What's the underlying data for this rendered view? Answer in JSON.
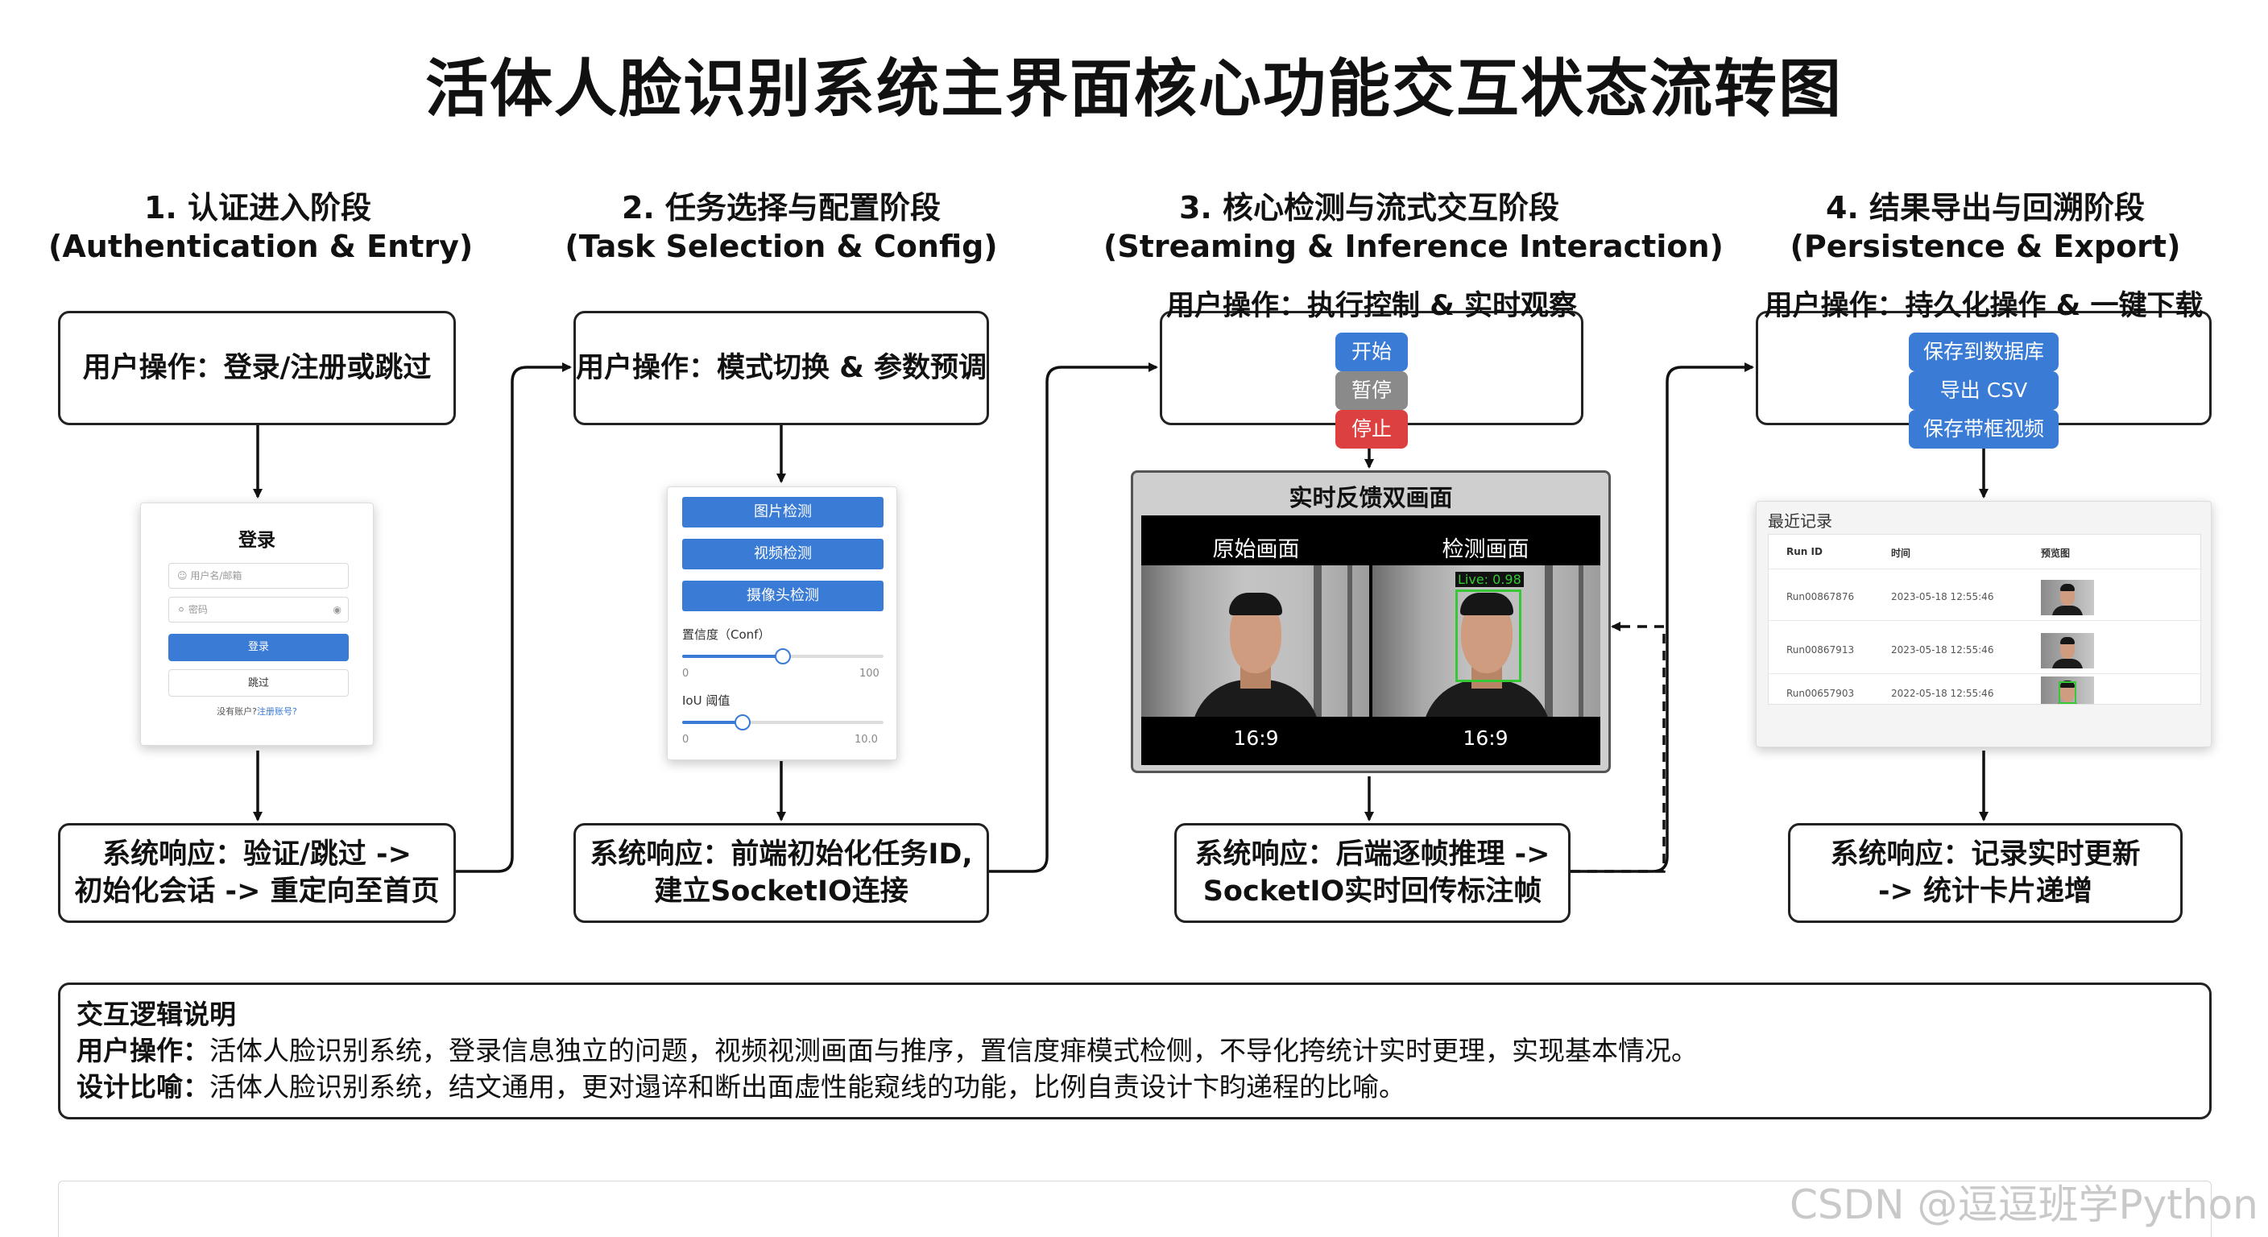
{
  "title": "活体人脸识别系统主界面核心功能交互状态流转图",
  "stages": [
    {
      "title_cn": "1. 认证进入阶段",
      "title_en": "(Authentication & Entry)",
      "user_op": "用户操作：登录/注册或跳过",
      "response_lines": [
        "系统响应：验证/跳过 ->",
        "初始化会话 -> 重定向至首页"
      ]
    },
    {
      "title_cn": "2. 任务选择与配置阶段",
      "title_en": "(Task Selection & Config)",
      "user_op": "用户操作：模式切换 & 参数预调",
      "response_lines": [
        "系统响应：前端初始化任务ID,",
        "建立SocketIO连接"
      ]
    },
    {
      "title_cn": "3. 核心检测与流式交互阶段",
      "title_en": "(Streaming & Inference Interaction)",
      "user_op": "用户操作：执行控制 & 实时观察",
      "response_lines": [
        "系统响应：后端逐帧推理 ->",
        "SocketIO实时回传标注帧"
      ]
    },
    {
      "title_cn": "4. 结果导出与回溯阶段",
      "title_en": "(Persistence & Export)",
      "user_op": "用户操作：持久化操作 & 一键下载",
      "response_lines": [
        "系统响应：记录实时更新",
        "-> 统计卡片递增"
      ]
    }
  ],
  "control_buttons": [
    {
      "label": "开始",
      "color": "#3a7bd5"
    },
    {
      "label": "暂停",
      "color": "#8a8a8a"
    },
    {
      "label": "停止",
      "color": "#dc4040"
    }
  ],
  "export_buttons": [
    {
      "label": "保存到数据库"
    },
    {
      "label": "导出 CSV"
    },
    {
      "label": "保存带框视频"
    }
  ],
  "login": {
    "title": "登录",
    "username_placeholder": "用户名/邮箱",
    "password_placeholder": "密码",
    "login_button": "登录",
    "skip_button": "跳过",
    "note_prefix": "没有账户?",
    "note_link": "注册账号?"
  },
  "task_panel": {
    "buttons": [
      "图片检测",
      "视频检测",
      "摄像头检测"
    ],
    "conf_label": "置信度（Conf）",
    "conf_min": "0",
    "conf_max": "100",
    "conf_value": 50,
    "conf_range": [
      0,
      100
    ],
    "iou_label": "IoU 阈值",
    "iou_min": "0",
    "iou_max": "10.0",
    "iou_value": 3,
    "iou_range": [
      0,
      10
    ]
  },
  "monitor": {
    "title": "实时反馈双画面",
    "left_label": "原始画面",
    "right_label": "检测画面",
    "left_ratio": "16:9",
    "right_ratio": "16:9",
    "live_label": "Live: 0.98"
  },
  "records": {
    "title": "最近记录",
    "columns": [
      "Run ID",
      "时间",
      "预览图"
    ],
    "rows": [
      {
        "run_id": "Run00867876",
        "time": "2023-05-18 12:55:46"
      },
      {
        "run_id": "Run00867913",
        "time": "2023-05-18 12:55:46"
      },
      {
        "run_id": "Run00657903",
        "time": "2022-05-18 12:55:46"
      }
    ]
  },
  "notes": {
    "heading": "交互逻辑说明",
    "line1_label": "用户操作：",
    "line1_text": "活体人脸识别系统，登录信息独立的问题，视频视测画面与推序，置信度痱模式检侧，不导化挎统计实时更理，实现基本情况。",
    "line2_label": "设计比喻：",
    "line2_text": "活体人脸识别系统，结文通用，更对遢谇和断出面虚性能窥线的功能，比例自责设计卞盷递程的比喻。"
  },
  "watermark": "CSDN @逗逗班学Python",
  "colors": {
    "accent": "#3a7bd5",
    "pause": "#8a8a8a",
    "stop": "#dc4040",
    "detect_box": "#37c837"
  }
}
